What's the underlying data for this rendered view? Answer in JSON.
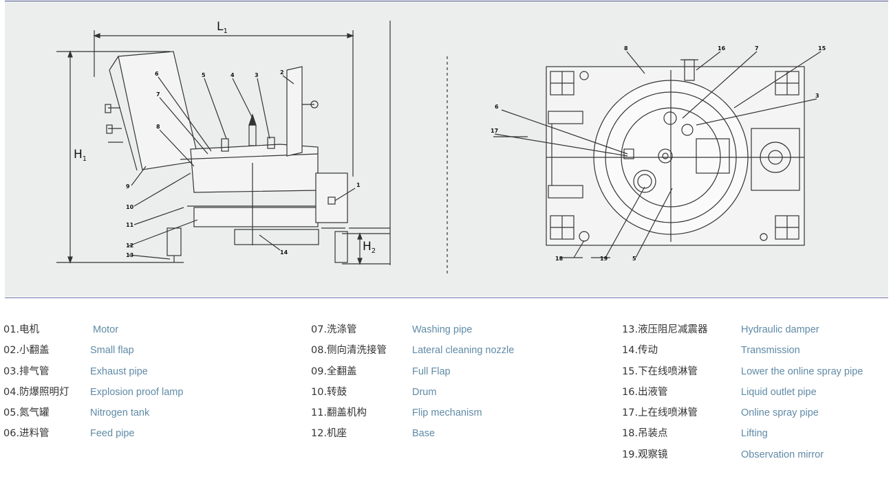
{
  "diagram": {
    "side_view": {
      "dims": {
        "L1": "L",
        "L1_sub": "1",
        "H1": "H",
        "H1_sub": "1",
        "H2": "H",
        "H2_sub": "2"
      },
      "callouts": [
        "1",
        "2",
        "3",
        "4",
        "5",
        "6",
        "7",
        "8",
        "9",
        "10",
        "11",
        "12",
        "13",
        "14"
      ]
    },
    "top_view": {
      "callouts": [
        "8",
        "16",
        "7",
        "15",
        "3",
        "6",
        "17",
        "18",
        "19",
        "5"
      ]
    }
  },
  "legend": {
    "col1": [
      {
        "zh": "01.电机",
        "en": "Motor"
      },
      {
        "zh": "02.小翻盖",
        "en": "Small flap"
      },
      {
        "zh": "03.排气管",
        "en": "Exhaust pipe"
      },
      {
        "zh": "04.防爆照明灯",
        "en": "Explosion proof lamp"
      },
      {
        "zh": "05.氮气罐",
        "en": "Nitrogen tank"
      },
      {
        "zh": "06.进料管",
        "en": "Feed pipe"
      }
    ],
    "col2": [
      {
        "zh": "07.洗涤管",
        "en": "Washing pipe"
      },
      {
        "zh": "08.侧向清洗接管",
        "en": "Lateral cleaning nozzle"
      },
      {
        "zh": "09.全翻盖",
        "en": "Full Flap"
      },
      {
        "zh": "10.转鼓",
        "en": "Drum"
      },
      {
        "zh": "11.翻盖机构",
        "en": "Flip mechanism"
      },
      {
        "zh": "12.机座",
        "en": "Base"
      }
    ],
    "col3": [
      {
        "zh": "13.液压阻尼减震器",
        "en": "Hydraulic damper"
      },
      {
        "zh": "14.传动",
        "en": "Transmission"
      },
      {
        "zh": "15.下在线喷淋管",
        "en": "Lower the online spray pipe"
      },
      {
        "zh": "16.出液管",
        "en": "Liquid outlet pipe"
      },
      {
        "zh": "17.上在线喷淋管",
        "en": "Online spray pipe"
      },
      {
        "zh": "18.吊装点",
        "en": "Lifting"
      },
      {
        "zh": "19.观察镜",
        "en": "Observation mirror"
      }
    ]
  }
}
